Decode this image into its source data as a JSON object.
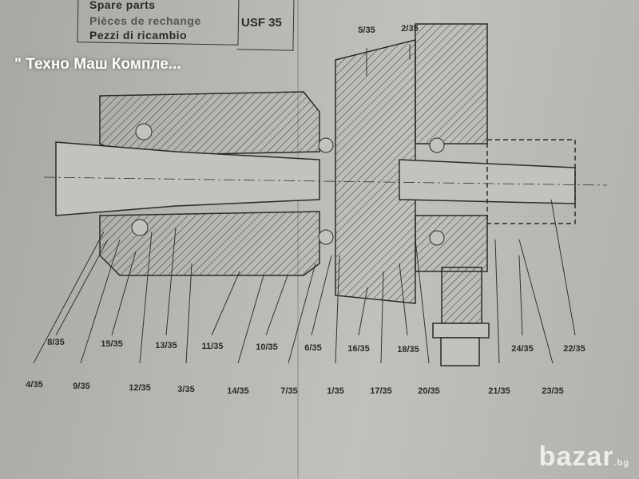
{
  "title_overlay": "\" Техно Маш Компле...",
  "header": {
    "lines": [
      "Spare parts",
      "Pièces de rechange",
      "Pezzi di ricambio"
    ],
    "model": "USF 35"
  },
  "labels_top": [
    "5/35",
    "2/35"
  ],
  "labels_row1": [
    "8/35",
    "15/35",
    "13/35",
    "11/35",
    "10/35",
    "6/35",
    "16/35",
    "18/35",
    "24/35",
    "22/35"
  ],
  "labels_row2": [
    "4/35",
    "9/35",
    "12/35",
    "3/35",
    "14/35",
    "7/35",
    "1/35",
    "17/35",
    "20/35",
    "21/35",
    "23/35"
  ],
  "watermark": {
    "text": "bazar",
    "suffix": ".bg"
  }
}
